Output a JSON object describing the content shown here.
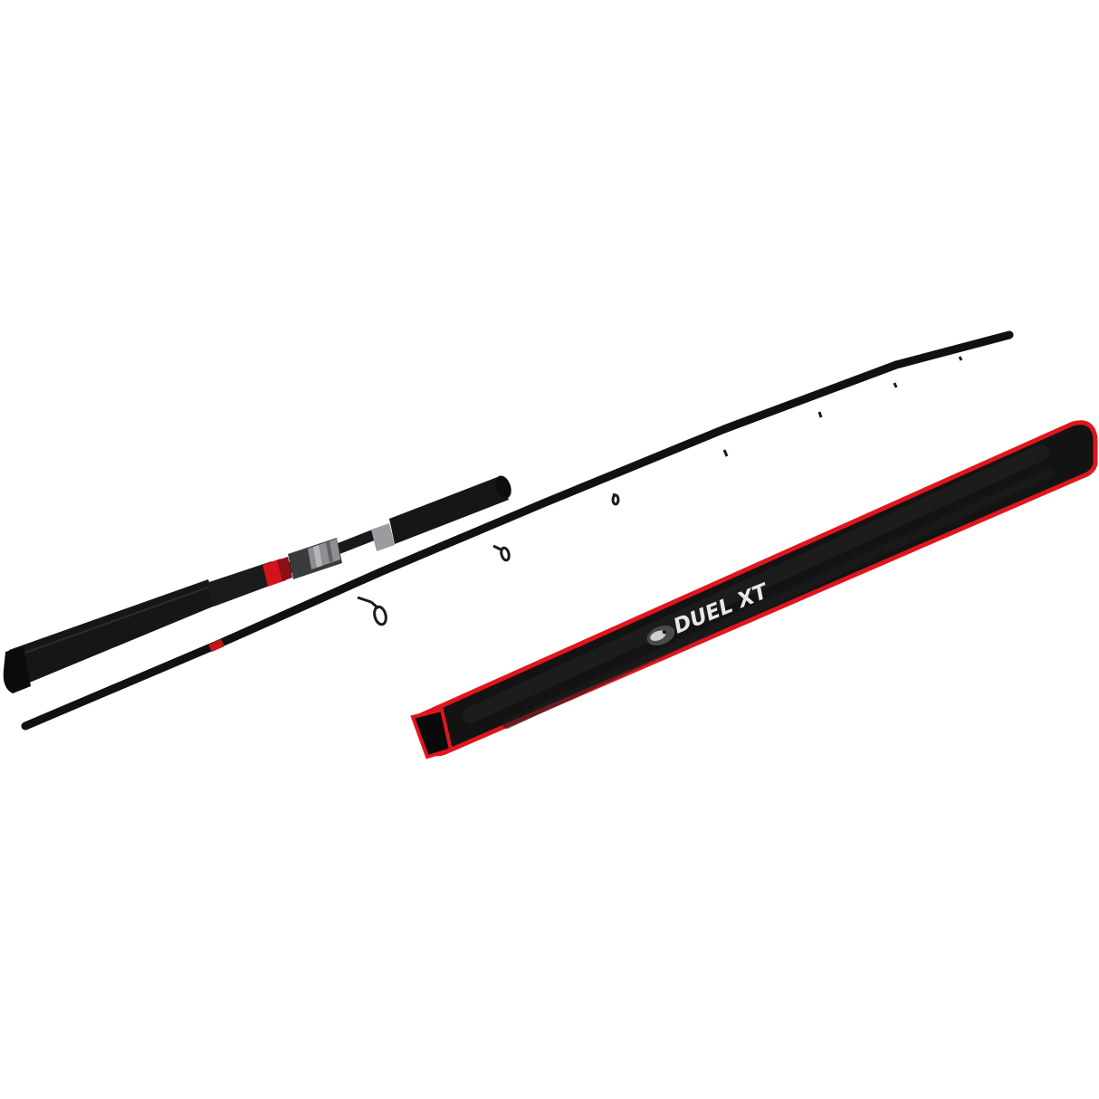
{
  "product": {
    "case_text": "DUEL XT"
  },
  "colors": {
    "background": "#ffffff",
    "rod_black": "#111111",
    "grip_black": "#141414",
    "accent_red": "#d3141c",
    "metal_gray": "#8d8f93",
    "case_fabric": "#121212",
    "case_trim": "#e0161e"
  },
  "components": [
    "butt-section",
    "tip-section",
    "rod-bag"
  ]
}
